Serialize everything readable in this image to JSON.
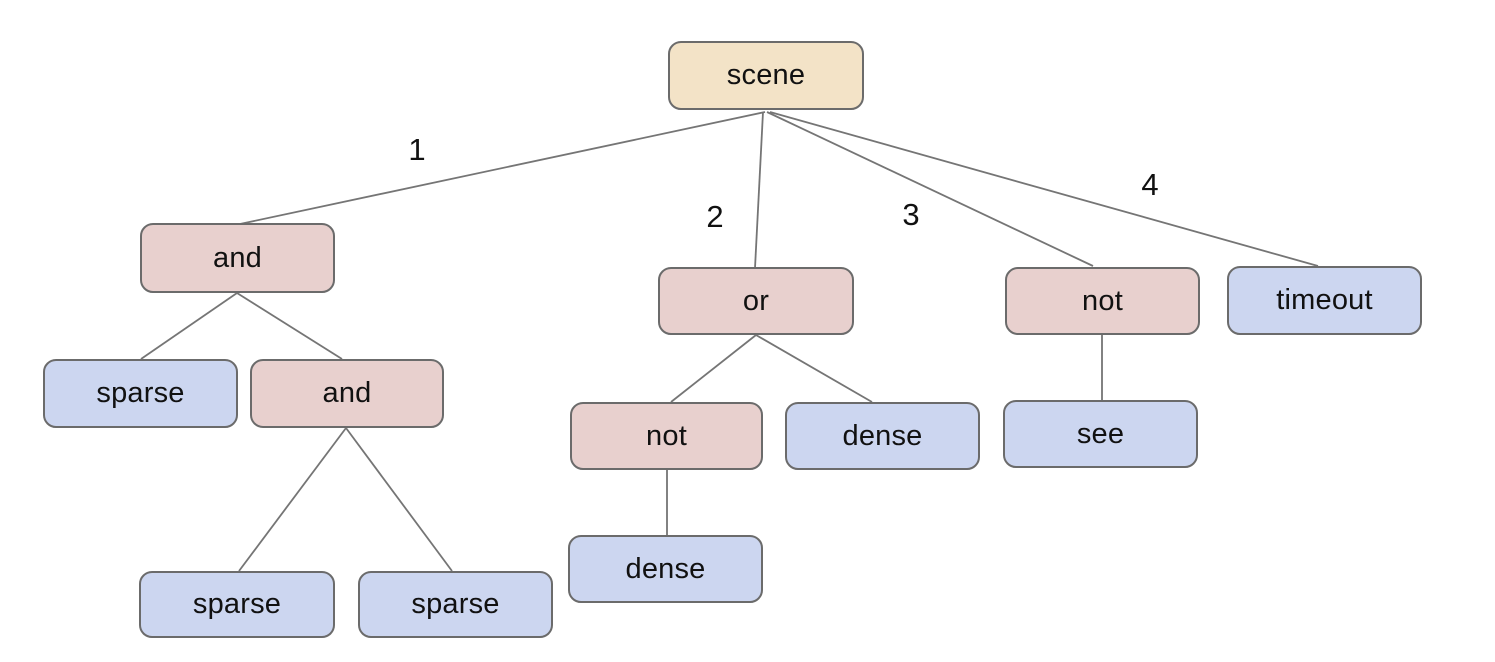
{
  "colors": {
    "background": "#ffffff",
    "root_fill": "#f3e3c7",
    "operator_fill": "#e8d0ce",
    "leaf_fill": "#ccd6f0",
    "border": "#6b6b6b",
    "edge": "#757575",
    "text": "#111111"
  },
  "nodes": {
    "scene": "scene",
    "and1": "and",
    "or1": "or",
    "not1": "not",
    "timeout1": "timeout",
    "sparse1": "sparse",
    "and2": "and",
    "not2": "not",
    "dense1": "dense",
    "see1": "see",
    "dense2": "dense",
    "sparse2": "sparse",
    "sparse3": "sparse"
  },
  "edge_labels": {
    "b1": "1",
    "b2": "2",
    "b3": "3",
    "b4": "4"
  },
  "tree": {
    "label": "scene",
    "children": [
      {
        "branch": "1",
        "label": "and",
        "children": [
          {
            "label": "sparse"
          },
          {
            "label": "and",
            "children": [
              {
                "label": "sparse"
              },
              {
                "label": "sparse"
              }
            ]
          }
        ]
      },
      {
        "branch": "2",
        "label": "or",
        "children": [
          {
            "label": "not",
            "children": [
              {
                "label": "dense"
              }
            ]
          },
          {
            "label": "dense"
          }
        ]
      },
      {
        "branch": "3",
        "label": "not",
        "children": [
          {
            "label": "see"
          }
        ]
      },
      {
        "branch": "4",
        "label": "timeout"
      }
    ]
  }
}
